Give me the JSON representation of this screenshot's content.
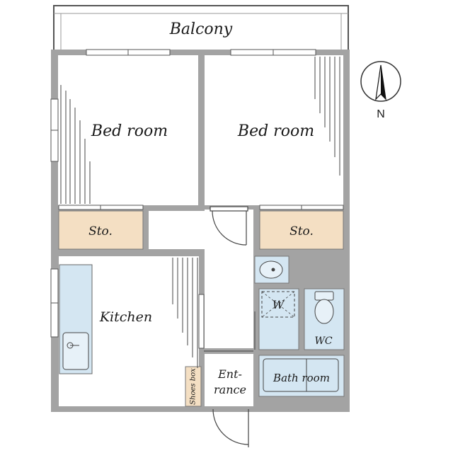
{
  "rooms": {
    "balcony": "Balcony",
    "bedroom_left": "Bed room",
    "bedroom_right": "Bed room",
    "storage_left": "Sto.",
    "storage_right": "Sto.",
    "kitchen": "Kitchen",
    "entrance_line1": "Ent-",
    "entrance_line2": "rance",
    "shoes_box": "Shoes box",
    "washer": "W",
    "wc": "WC",
    "bathroom": "Bath room"
  },
  "compass": {
    "label": "N"
  },
  "colors": {
    "wall": "#a3a3a3",
    "storage": "#f4dfc3",
    "wet_area": "#d4e6f2",
    "line": "#333333"
  }
}
